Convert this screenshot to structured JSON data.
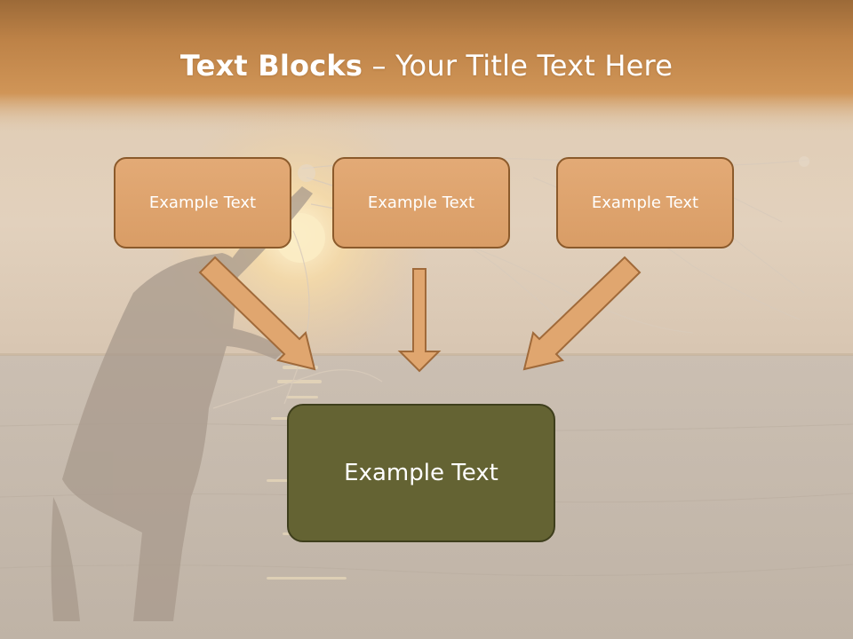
{
  "slide": {
    "title_bold": "Text Blocks",
    "title_dash": " – ",
    "title_rest": "Your Title Text Here",
    "blocks": [
      {
        "label": "Example Text"
      },
      {
        "label": "Example Text"
      },
      {
        "label": "Example Text"
      }
    ],
    "main_block": {
      "label": "Example Text"
    }
  },
  "colors": {
    "title_band": "#c98a48",
    "block_fill": "#dea16b",
    "block_border": "#8b5a2b",
    "main_block_fill": "#646333",
    "arrow_fill": "#e0a66f",
    "arrow_stroke": "#a06a3a",
    "text": "#ffffff"
  }
}
